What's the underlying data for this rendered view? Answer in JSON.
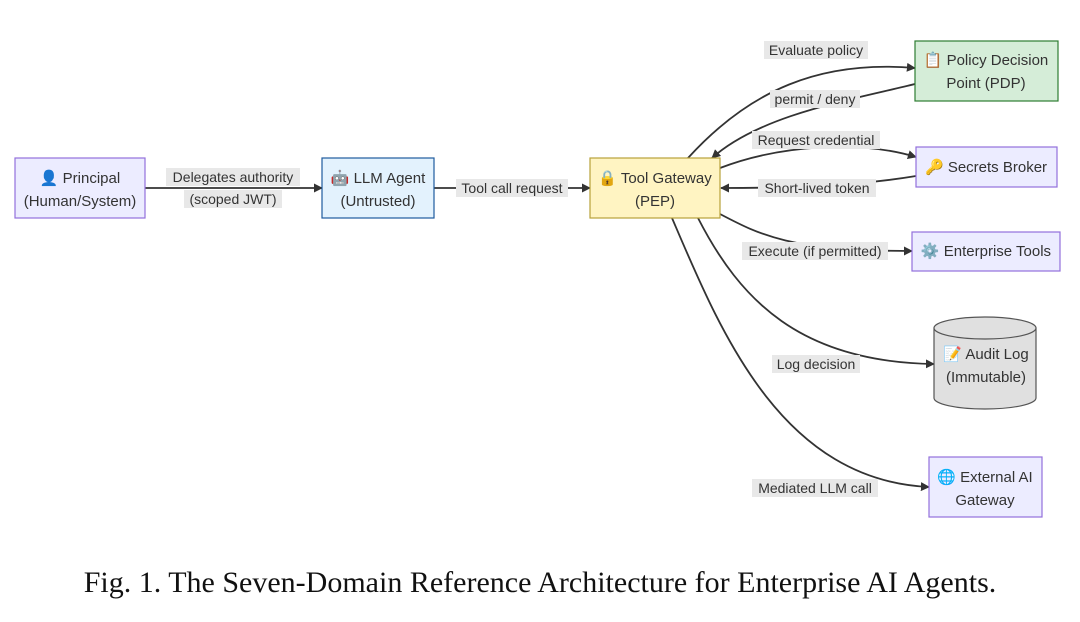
{
  "diagram": {
    "nodes": {
      "principal": {
        "icon": "👤",
        "lines": [
          "Principal",
          "(Human/System)"
        ],
        "fill": "#ECECFF",
        "stroke": "#9370DB"
      },
      "llm_agent": {
        "icon": "🤖",
        "lines": [
          "LLM Agent",
          "(Untrusted)"
        ],
        "fill": "#E3F2FD",
        "stroke": "#1E5B9E"
      },
      "tool_gateway": {
        "icon": "🔒",
        "lines": [
          "Tool Gateway",
          "(PEP)"
        ],
        "fill": "#FFF4C2",
        "stroke": "#B8A23A"
      },
      "pdp": {
        "icon": "📋",
        "lines": [
          "Policy Decision",
          "Point (PDP)"
        ],
        "fill": "#D5EDD8",
        "stroke": "#2E7D32"
      },
      "secrets_broker": {
        "icon": "🔑",
        "lines": [
          "Secrets Broker"
        ],
        "fill": "#ECECFF",
        "stroke": "#9370DB"
      },
      "enterprise_tools": {
        "icon": "⚙️",
        "lines": [
          "Enterprise Tools"
        ],
        "fill": "#ECECFF",
        "stroke": "#9370DB"
      },
      "audit_log": {
        "icon": "📝",
        "lines": [
          "Audit Log",
          "(Immutable)"
        ],
        "fill": "#E0E0E0",
        "stroke": "#555555"
      },
      "external_ai": {
        "icon": "🌐",
        "lines": [
          "External AI",
          "Gateway"
        ],
        "fill": "#ECECFF",
        "stroke": "#9370DB"
      }
    },
    "edges": {
      "delegates": {
        "lines": [
          "Delegates authority",
          "(scoped JWT)"
        ]
      },
      "tool_call": {
        "lines": [
          "Tool call request"
        ]
      },
      "evaluate_policy": {
        "lines": [
          "Evaluate policy"
        ]
      },
      "permit_deny": {
        "lines": [
          "permit / deny"
        ]
      },
      "request_credential": {
        "lines": [
          "Request credential"
        ]
      },
      "short_lived_token": {
        "lines": [
          "Short-lived token"
        ]
      },
      "execute": {
        "lines": [
          "Execute (if permitted)"
        ]
      },
      "log_decision": {
        "lines": [
          "Log decision"
        ]
      },
      "mediated_llm_call": {
        "lines": [
          "Mediated LLM call"
        ]
      }
    },
    "colors": {
      "edge": "#333333",
      "label_bg": "#E8E8E8"
    }
  },
  "caption": "Fig. 1.  The Seven-Domain Reference Architecture for Enterprise AI Agents."
}
